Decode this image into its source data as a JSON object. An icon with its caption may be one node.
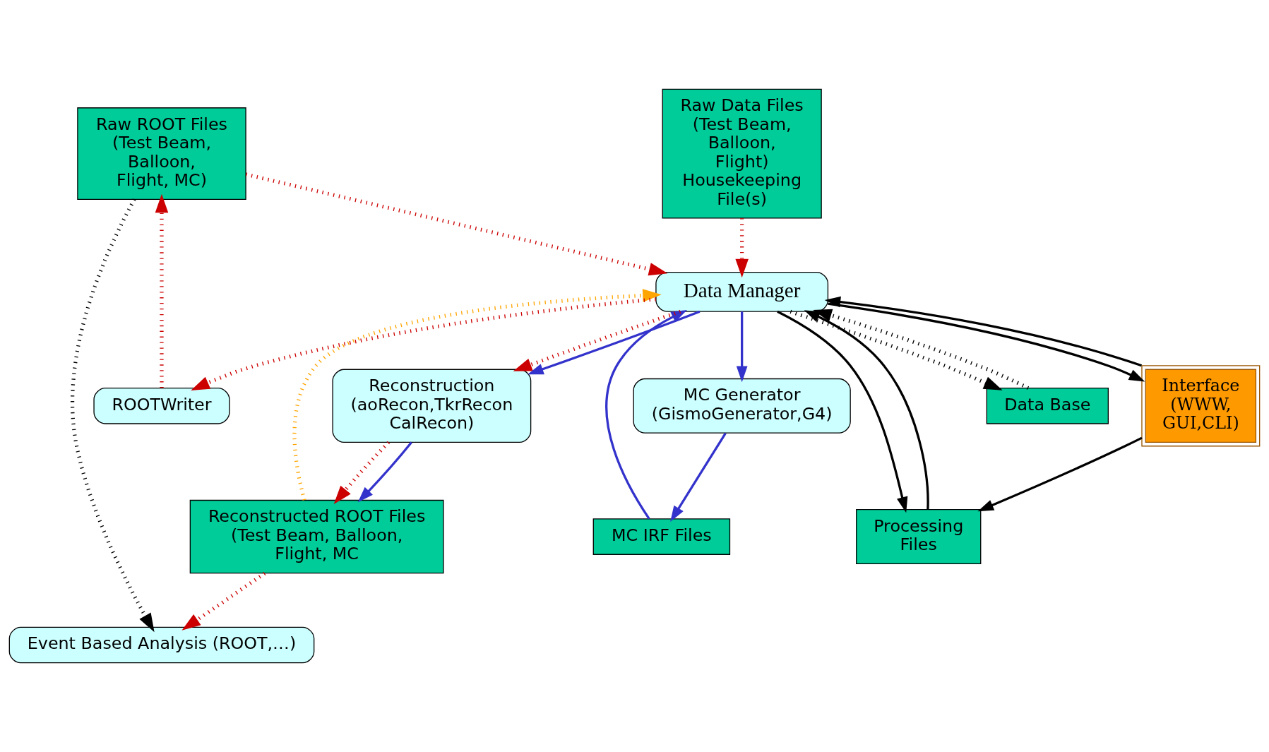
{
  "diagram": {
    "nodes": [
      {
        "text": [
          "Event Based Analysis (ROOT,…)"
        ]
      },
      {
        "text": [
          "Raw ROOT Files (Test Beam, Balloon, Flight, MC)"
        ]
      },
      {
        "text": [
          "Reconstructed ROOT Files (Test Beam, Balloon, Flight, MC"
        ]
      },
      {
        "text": [
          "MC Generator (GismoGenerator,G4)"
        ]
      },
      {
        "text": [
          "ROOTWriter"
        ]
      },
      {
        "text": [
          "Reconstruction (aoRecon,TkrRecon CalRecon)"
        ]
      },
      {
        "text": [
          "MC IRF Files"
        ]
      },
      {
        "text": [
          "Data Manager"
        ]
      },
      {
        "text": [
          "Processing Files"
        ]
      },
      {
        "text": [
          "Raw Data Files (Test Beam, Balloon, Flight) Housekeeping File(s)"
        ]
      },
      {
        "text": [
          "Data Base"
        ]
      },
      {
        "text": [
          "Interface (WWW, GUI,CLI)"
        ]
      }
    ],
    "edges": [
      {
        "from": 1,
        "to": 0,
        "arrow": "to",
        "style": "dashed"
      },
      {
        "from": 2,
        "to": 0,
        "arrow": "to",
        "style": "dashed",
        "color": "#cc0000"
      },
      {
        "from": 1,
        "to": 7,
        "arrow": "to",
        "style": "dashed",
        "color": "#cc0000"
      },
      {
        "from": 4,
        "to": 1,
        "arrow": "to",
        "style": "dashed",
        "color": "#cc0000"
      },
      {
        "from": 7,
        "to": 4,
        "arrow": "to",
        "style": "dashed",
        "color": "#cc0000"
      },
      {
        "from": 2,
        "to": 7,
        "arrow": "to",
        "style": "dashed",
        "color": "#ffa500"
      },
      {
        "from": 5,
        "to": 2,
        "arrow": "to",
        "style": "dashed",
        "color": "#cc0000"
      },
      {
        "from": 5,
        "to": 2,
        "arrow": "to",
        "color": "#3333cc"
      },
      {
        "from": 7,
        "to": 5,
        "arrow": "to",
        "style": "dashed",
        "color": "#cc0000"
      },
      {
        "from": 7,
        "to": 5,
        "arrow": "to",
        "color": "#3333cc"
      },
      {
        "from": 7,
        "to": 3,
        "arrow": "to",
        "color": "#3333cc"
      },
      {
        "from": 3,
        "to": 6,
        "arrow": "to",
        "color": "#3333cc"
      },
      {
        "from": 6,
        "to": 7,
        "arrow": "to",
        "color": "#3333cc"
      },
      {
        "from": 9,
        "to": 7,
        "arrow": "to",
        "style": "dashed",
        "color": "#cc0000"
      },
      {
        "from": 7,
        "to": 10,
        "arrow": "to",
        "style": "dashed"
      },
      {
        "from": 10,
        "to": 7,
        "arrow": "to",
        "style": "dashed"
      },
      {
        "from": 7,
        "to": 8,
        "arrow": "to"
      },
      {
        "from": 8,
        "to": 7,
        "arrow": "to"
      },
      {
        "from": 7,
        "to": 11,
        "arrow": "to"
      },
      {
        "from": 11,
        "to": 7,
        "arrow": "to"
      },
      {
        "from": 11,
        "to": 8,
        "arrow": "to"
      }
    ]
  }
}
